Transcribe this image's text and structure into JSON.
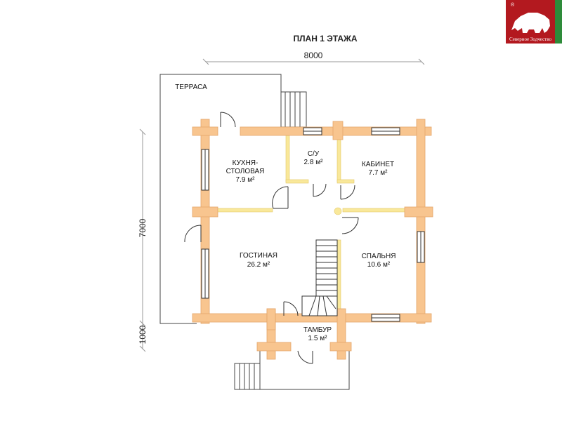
{
  "title": "ПЛАН 1 ЭТАЖА",
  "dimensions": {
    "width": "8000",
    "height": "7000",
    "extra": "1000"
  },
  "terrace_label": "ТЕРРАСА",
  "rooms": [
    {
      "name": "КУХНЯ-",
      "name2": "СТОЛОВАЯ",
      "area": "7.9 м²"
    },
    {
      "name": "С/У",
      "area": "2.8 м²"
    },
    {
      "name": "КАБИНЕТ",
      "area": "7.7 м²"
    },
    {
      "name": "ГОСТИНАЯ",
      "area": "26.2 м²"
    },
    {
      "name": "СПАЛЬНЯ",
      "area": "10.6 м²"
    },
    {
      "name": "ТАМБУР",
      "area": "1.5 м²"
    }
  ],
  "logo": {
    "text": "Северное Зодчество",
    "mark": "®"
  },
  "colors": {
    "wall": "#f8c58f",
    "partition": "#f9e89a",
    "logo_bg": "#b3191f",
    "logo_stripe": "#2e8b3a"
  }
}
